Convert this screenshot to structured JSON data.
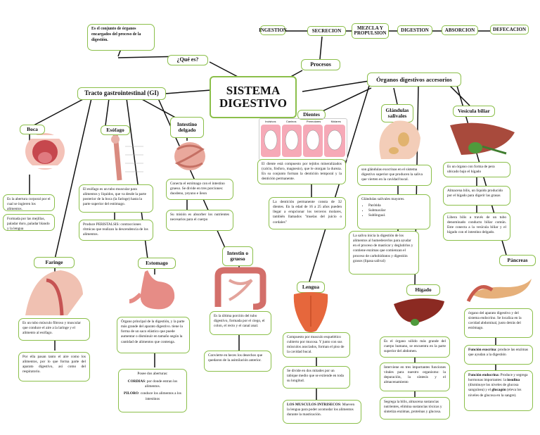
{
  "center": "SISTEMA DIGESTIVO",
  "que_es": {
    "label": "¿Qué es?",
    "text": "Es el conjunto de órganos encargados del proceso de la digestión."
  },
  "procesos": {
    "label": "Procesos",
    "steps": [
      "INGESTION",
      "SECRECION",
      "MEZCLA Y PROPULSION",
      "DIGESTION",
      "ABSORCION",
      "DEFECACION"
    ]
  },
  "tracto": {
    "label": "Tracto gastrointestinal (GI)",
    "boca": {
      "label": "Boca",
      "t1": "Es la abertura corporal por el cual se ingieren los alimentos.",
      "t2": "Formada por las mejillas, paladar duro, paladar blando y la lengua"
    },
    "esofago": {
      "label": "Esófago",
      "t1": "El esófago es un tubo muscular para alimentos y líquidos, que va desde la parte posterior de la boca (la faringe) hasta la parte superior del estómago.",
      "t2": "Produce PERISTALSIS: contracciones rítmicas que realizan la descendencia de los alimentos."
    },
    "delgado": {
      "label": "Intestino delgado",
      "t1": "Conecta el estómago con el intestino grueso. Se divide en tres porciones: duodeno, yeyuno e íleon",
      "t2": "Su misión es absorber los nutrientes necesarios para el cuerpo"
    },
    "faringe": {
      "label": "Faringe",
      "t1": "Es un tubo músculo fibroso y muscular que conduce el aire a la laringe y el alimento al esófago.",
      "t2": "Por ella pasan tanto el aire como los alimentos, por lo que forma parte del aparato digestivo, así como del respiratorio."
    },
    "estomago": {
      "label": "Estomago",
      "t1": "Órgano principal de la digestión, y la parte más grande del aparato digestivo. tiene la forma de un saco elástico que puede aumentar o disminuir en tamaño según la cantidad de alimentos que contenga.",
      "t2_title": "Posee dos aberturas:",
      "cardias_label": "CORDIAS",
      "cardias_text": ": por donde entran los alimentos.",
      "piloro_label": "PILORO",
      "piloro_text": ": conduce los alimentos a los intestinos"
    },
    "grueso": {
      "label": "Intestin o grueso",
      "t1": "Es la última porción del tubo digestivo, formada por el ciego, el colon, el recto y el canal anal.",
      "t2": "Convierte en heces los desechos que quedaron de la asimilación anterior."
    }
  },
  "accesorios": {
    "label": "Órganos digestivos accesorios",
    "dientes": {
      "label": "Dientes",
      "img_labels": [
        "Incisivos",
        "Caninos",
        "Premolares",
        "Molares"
      ],
      "t1": "El diente está compuesto por tejidos mineralizados (calcio, fósforo, magnesio), que le otorgan la dureza. En su conjunto forman la dentición temporal y la dentición permanente.",
      "t2": "La dentición permanente consta de 32 dientes. En la edad de 16 a 25 años pueden llegar a erupcionar los terceros molares, también llamados \"muelas del juicio o cordales\""
    },
    "lengua": {
      "label": "Lengua",
      "t1": "Compuesto por musculo esquelético cubierto por mucosa. Y junto con sus músculos asociados, forman el piso de la cavidad bucal.",
      "t2": "Se divide en dos mitades por un tabique medio que se extiende en toda su longitud.",
      "t3_label": "LOS MUSCULOS INTRISECOS",
      "t3_text": ": Mueven la lengua para poder acomodar los alimentos durante la masticación."
    },
    "glandulas": {
      "label": "Glándulas salivales",
      "t1": "son glándulas exocrinas en el sistema digestivo superior que producen la saliva que vierten en la cavidad bucal.",
      "t2_title": "Glándulas salivales mayores.",
      "t2_items": [
        "Parótida",
        "Submaxilar",
        "Sublingual."
      ],
      "t3": "La saliva inicia la digestión de los alimentos al humedecerlos para ayudar en el proceso de masticar y deglutirlos y contiene enzimas que comienzan el proceso de carbohidratos y digestión grasos (lipasa salival)"
    },
    "higado": {
      "label": "Hígado",
      "t1": "Es el órgano sólido más grande del cuerpo humano, se encuentra en la parte superior del abdomen.",
      "t2": "Interviene en tres importantes funciones vitales para nuestro organismo: la depuración, la síntesis y el almacenamiento",
      "t3": "Segrega la bilis, almacena sustancias nutrientes, elimina sustancias tóxicas y sintetiza enzimas, proteínas y glucosa."
    },
    "vesicula": {
      "label": "Vesícula biliar",
      "t1": "Es un órgano con forma de pera ubicado bajo el hígado",
      "t2": "Almacena bilis, un líquido producido por el hígado para digerir las grasas",
      "t3": "Libera bilis a través de un tubo denominado conducto biliar común. Este conecta a la vesícula biliar y el hígado con el intestino delgado."
    },
    "pancreas": {
      "label": "Páncreas",
      "t1": "órgano del aparato digestivo y del sistema endocrino. Se localiza en la cavidad abdominal, justo detrás del estómago.",
      "exo_label": "Función exocrina",
      "exo_text": ": produce las enzimas que ayudan a la digestión",
      "endo_label": "Función endocrina:",
      "endo_text1": " Produce y segrega hormonas importantes: la ",
      "insulina": "insulina",
      "endo_text2": " (disminuye los niveles de glucosa sanguínea) y el ",
      "glucagon": "glucagón",
      "endo_text3": " (eleva los niveles de glucosa en la sangre)."
    }
  }
}
